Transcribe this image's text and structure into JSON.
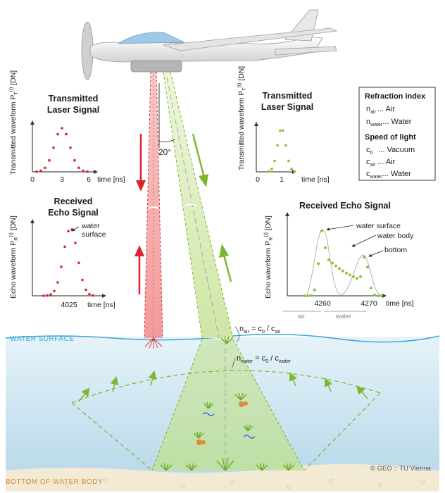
{
  "colors": {
    "red": "#e0202a",
    "green": "#8cc43c",
    "water_top": "#dcedf5",
    "water_bottom": "#bcdbea",
    "sand": "#f3ead6",
    "surface_line": "#3aa5d8",
    "bottom_label": "#d08a3a"
  },
  "left_tx": {
    "title_1": "Transmitted",
    "title_2": "Laser Signal",
    "ylabel": "Transmitted waveform P",
    "ylabel_sub": "T",
    "ylabel_sup": "(t)",
    "ylabel_unit": "[DN]",
    "tick_0": "0",
    "tick_3": "3",
    "tick_6": "6",
    "xunit": "time [ns]"
  },
  "left_rx": {
    "title_1": "Received",
    "title_2": "Echo Signal",
    "ylabel": "Echo waveform P",
    "ylabel_sub": "R",
    "ylabel_sup": "(t)",
    "ylabel_unit": "[DN]",
    "tick": "4025",
    "xunit": "time [ns]",
    "ann_1": "water",
    "ann_2": "surface"
  },
  "right_tx": {
    "title_1": "Transmitted",
    "title_2": "Laser Signal",
    "ylabel": "Transmitted waveform P",
    "ylabel_sub": "T",
    "ylabel_sup": "(t)",
    "ylabel_unit": "[DN]",
    "tick_0": "0",
    "tick_1": "1",
    "xunit": "time [ns]"
  },
  "right_rx": {
    "title": "Received Echo Signal",
    "ylabel": "Echo waveform P",
    "ylabel_sub": "R",
    "ylabel_sup": "(t)",
    "ylabel_unit": "[DN]",
    "tick_a": "4260",
    "tick_b": "4270",
    "xunit": "time [ns]",
    "ann_surface": "water surface",
    "ann_body": "water body",
    "ann_bottom": "bottom",
    "seg_air": "air",
    "seg_water": "water"
  },
  "legend": {
    "refraction_title": "Refraction index",
    "n_air_sym": "n",
    "n_air_sub": "air",
    "n_air_desc": "... Air",
    "n_water_sym": "n",
    "n_water_sub": "water",
    "n_water_desc": "... Water",
    "speed_title": "Speed of light",
    "c0_sym": "c",
    "c0_sub": "0",
    "c0_desc": "... Vacuum",
    "cair_sym": "c",
    "cair_sub": "air",
    "cair_desc": "... Air",
    "cwater_sym": "c",
    "cwater_sub": "water",
    "cwater_desc": "... Water"
  },
  "angle_label": "20°",
  "formula_air": {
    "lhs": "n",
    "lhs_sub": "air",
    "mid": " = c",
    "mid_sub": "0",
    "slash": " / c",
    "rhs_sub": "air"
  },
  "formula_water": {
    "lhs": "n",
    "lhs_sub": "water",
    "mid": " = c",
    "mid_sub": "0",
    "slash": " / c",
    "rhs_sub": "water"
  },
  "labels": {
    "water_surface": "WATER SURFACE",
    "bottom": "BOTTOM OF WATER BODY",
    "copyright": "© GEO :: TU Vienna"
  }
}
